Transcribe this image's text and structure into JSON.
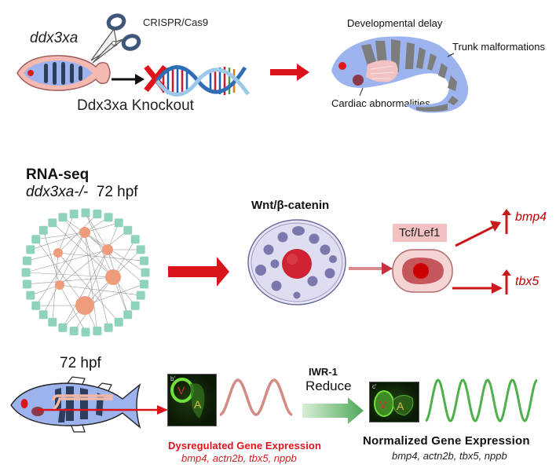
{
  "colors": {
    "arrow_red": "#d9141a",
    "dark_red": "#c00000",
    "fish_blue": "#9db3ee",
    "fish_stripe_dark": "#2e3d5c",
    "fish_stripe_gray": "#7d7d7d",
    "fish_outline_pink": "#f0b9b0",
    "node_teal": "#8fd3bd",
    "node_salmon": "#ef9c7d",
    "cell_lavender": "#dcdcf0",
    "vesicle_purple": "#7a78ad",
    "nucleus_red": "#cf2233",
    "tcf_box_pink": "#f3c1c1",
    "wave_pink": "#d48a85",
    "wave_green": "#4db04a",
    "dysregulated_red": "#e0121b"
  },
  "panel1": {
    "gene_label": "ddx3xa",
    "tool_label": "CRISPR/Cas9",
    "knockout_label": "Ddx3xa Knockout",
    "icons": [
      "fish-icon",
      "scissors-icon",
      "dna-helix-icon",
      "red-x-icon"
    ]
  },
  "panel2": {
    "phenotype_labels": {
      "developmental_delay": "Developmental delay",
      "trunk_malformations": "Trunk malformations",
      "cardiac_abnormalities": "Cardiac abnormalities"
    }
  },
  "panel3": {
    "title": "RNA-seq",
    "subtitle_gene": "ddx3xa-/-",
    "subtitle_time": "72 hpf"
  },
  "panel4": {
    "pathway_title": "Wnt/β-catenin",
    "tf_label": "Tcf/Lef1",
    "targets": [
      {
        "gene": "bmp4",
        "direction": "up"
      },
      {
        "gene": "tbx5",
        "direction": "up"
      }
    ]
  },
  "panel5": {
    "time_label": "72 hpf",
    "heart_image_b_tag": "b'",
    "heart_image_c_tag": "c'",
    "ventricle_label": "V",
    "atrium_label": "A",
    "drug_label": "IWR-1",
    "drug_action": "Reduce",
    "dysregulated_title": "Dysregulated Gene Expression",
    "dysregulated_genes": "bmp4, actn2b, tbx5, nppb",
    "normalized_title": "Normalized Gene Expression",
    "normalized_genes": "bmp4, actn2b, tbx5, nppb"
  }
}
